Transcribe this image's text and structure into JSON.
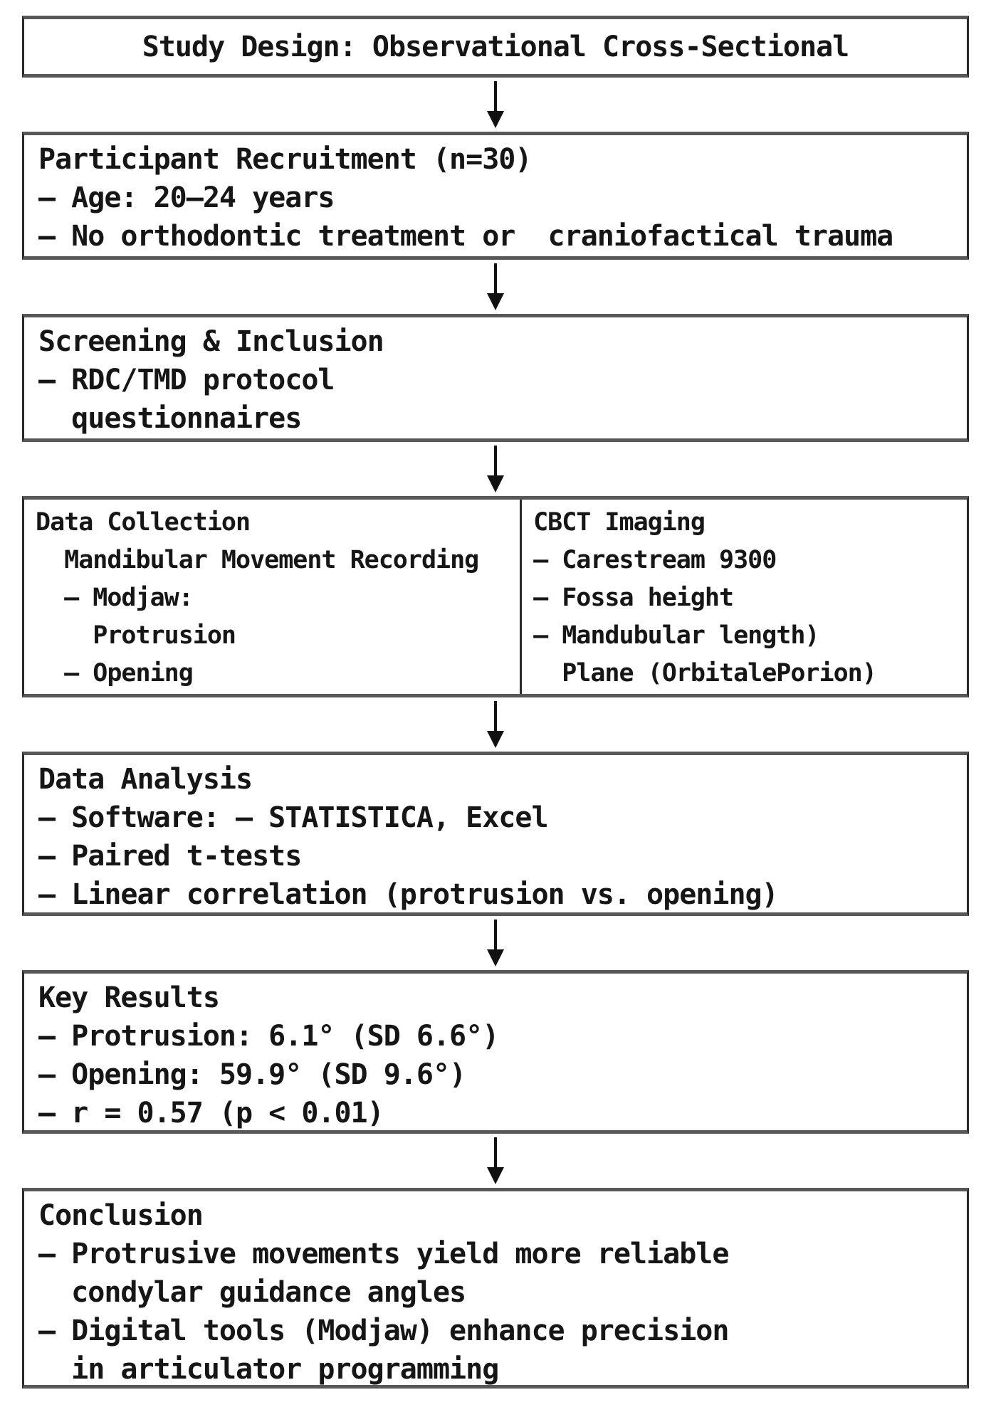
{
  "colors": {
    "background": "#ffffff",
    "box_border": "#2a2a2a",
    "box_border_horizontal": "#585858",
    "text": "#161616",
    "arrow": "#111111"
  },
  "icons": {
    "flow_connector": "arrow-down-icon",
    "arrow_glyph": "↓"
  },
  "flowchart": {
    "boxes": [
      {
        "name": "study-design",
        "lines": [
          "Study Design: Observational Cross-Sectional"
        ]
      },
      {
        "name": "participant-recruitment",
        "lines": [
          "Participant Recruitment (n=30)",
          "– Age: 20–24 years",
          "– No orthodontic treatment or  craniofactical trauma"
        ]
      },
      {
        "name": "screening-inclusion",
        "lines": [
          "Screening & Inclusion",
          "– RDC/TMD protocol",
          "  questionnaires"
        ]
      },
      {
        "name": "data-collection-cbct",
        "left": {
          "lines": [
            "Data Collection",
            "  Mandibular Movement Recording",
            "  – Modjaw:",
            "    Protrusion",
            "  – Opening"
          ]
        },
        "right": {
          "lines": [
            "CBCT Imaging",
            "– Carestream 9300",
            "– Fossa height",
            "– Mandubular length)",
            "  Plane (OrbitalePorion)"
          ]
        }
      },
      {
        "name": "data-analysis",
        "lines": [
          "Data Analysis",
          "– Software: – STATISTICA, Excel",
          "– Paired t-tests",
          "– Linear correlation (protrusion vs. opening)"
        ]
      },
      {
        "name": "key-results",
        "lines": [
          "Key Results",
          "– Protrusion: 6.1° (SD 6.6°)",
          "– Opening: 59.9° (SD 9.6°)",
          "– r = 0.57 (p < 0.01)"
        ]
      },
      {
        "name": "conclusion",
        "lines": [
          "Conclusion",
          "– Protrusive movements yield more reliable",
          "  condylar guidance angles",
          "– Digital tools (Modjaw) enhance precision",
          "  in articulator programming"
        ]
      }
    ]
  }
}
